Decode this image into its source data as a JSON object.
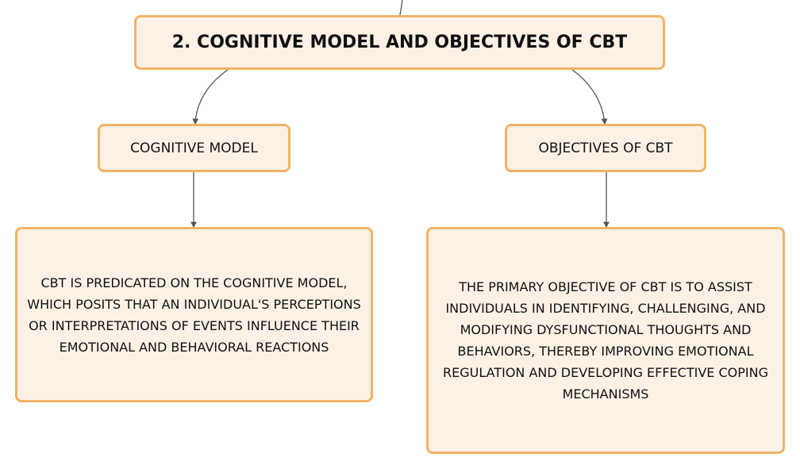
{
  "diagram": {
    "root": {
      "label": "2. COGNITIVE MODEL AND OBJECTIVES OF CBT"
    },
    "branches": [
      {
        "label": "COGNITIVE MODEL",
        "detail": "CBT IS PREDICATED ON THE COGNITIVE MODEL, WHICH POSITS THAT AN INDIVIDUAL'S PERCEPTIONS OR INTERPRETATIONS OF EVENTS INFLUENCE THEIR EMOTIONAL AND BEHAVIORAL REACTIONS"
      },
      {
        "label": "OBJECTIVES OF CBT",
        "detail": "THE PRIMARY OBJECTIVE OF CBT IS TO ASSIST INDIVIDUALS IN IDENTIFYING, CHALLENGING, AND MODIFYING DYSFUNCTIONAL THOUGHTS AND BEHAVIORS, THEREBY IMPROVING EMOTIONAL REGULATION AND DEVELOPING EFFECTIVE COPING MECHANISMS"
      }
    ],
    "colors": {
      "node_fill": "#fdf1e6",
      "node_border": "#f2b366",
      "connector": "#555555",
      "text": "#111111"
    }
  }
}
